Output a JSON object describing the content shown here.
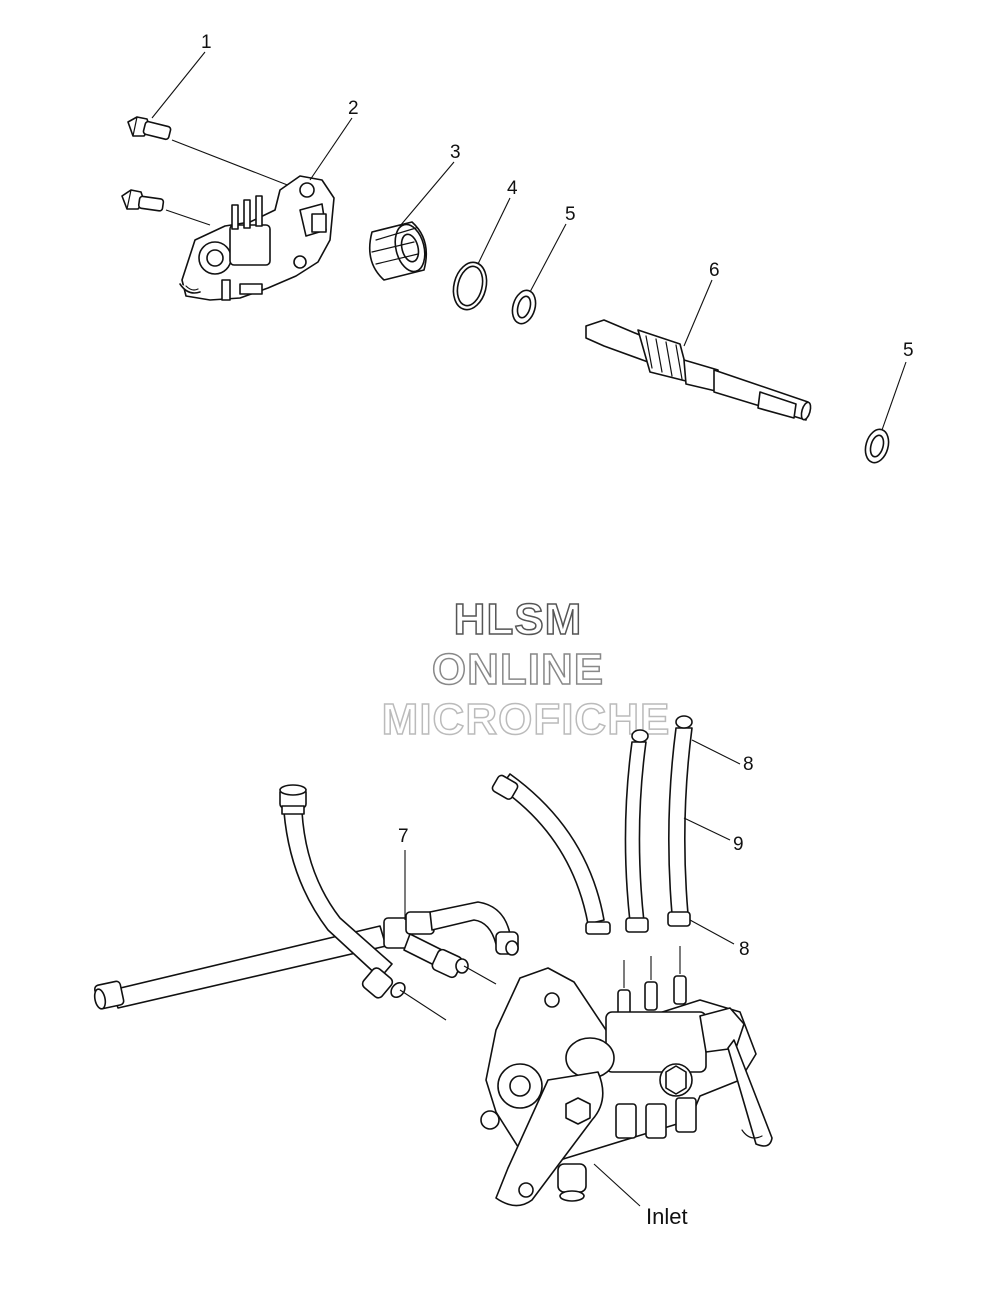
{
  "callouts": {
    "c1": "1",
    "c2": "2",
    "c3": "3",
    "c4": "4",
    "c5a": "5",
    "c6": "6",
    "c5b": "5",
    "c7": "7",
    "c8a": "8",
    "c9": "9",
    "c8b": "8",
    "inlet": "Inlet"
  },
  "watermark": {
    "line1": "HLSM",
    "line2": "ONLINE",
    "line3": "MICROFICHE"
  }
}
